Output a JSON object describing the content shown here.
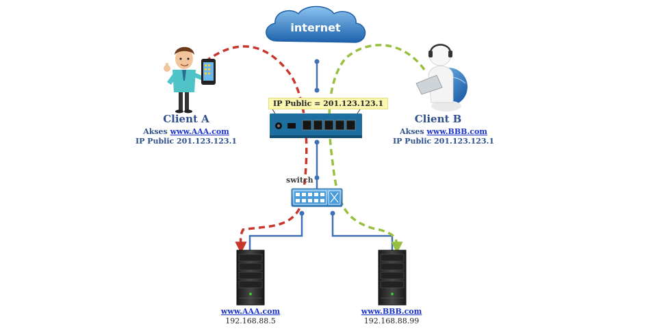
{
  "internet": {
    "label": "internet"
  },
  "router": {
    "ip_label": "IP Public = 201.123.123.1"
  },
  "switch": {
    "label": "switch"
  },
  "client_a": {
    "name": "Client A",
    "access_prefix": "Akses ",
    "access_url": "www.AAA.com",
    "ip": "IP Public 201.123.123.1"
  },
  "client_b": {
    "name": "Client B",
    "access_prefix": "Akses ",
    "access_url": "www.BBB.com",
    "ip": "IP Public 201.123.123.1"
  },
  "server_a": {
    "url": "www.AAA.com",
    "ip": "192.168.88.5"
  },
  "server_b": {
    "url": "www.BBB.com",
    "ip": "192.168.88.99"
  },
  "colors": {
    "link_line": "#3f6fb5",
    "path_a": "#c8372d",
    "path_b": "#98bf3f",
    "cloud": "#2e78c4",
    "router_body": "#1e6f9f",
    "switch_body": "#3a8fd1",
    "server_body": "#2b2b2b"
  }
}
